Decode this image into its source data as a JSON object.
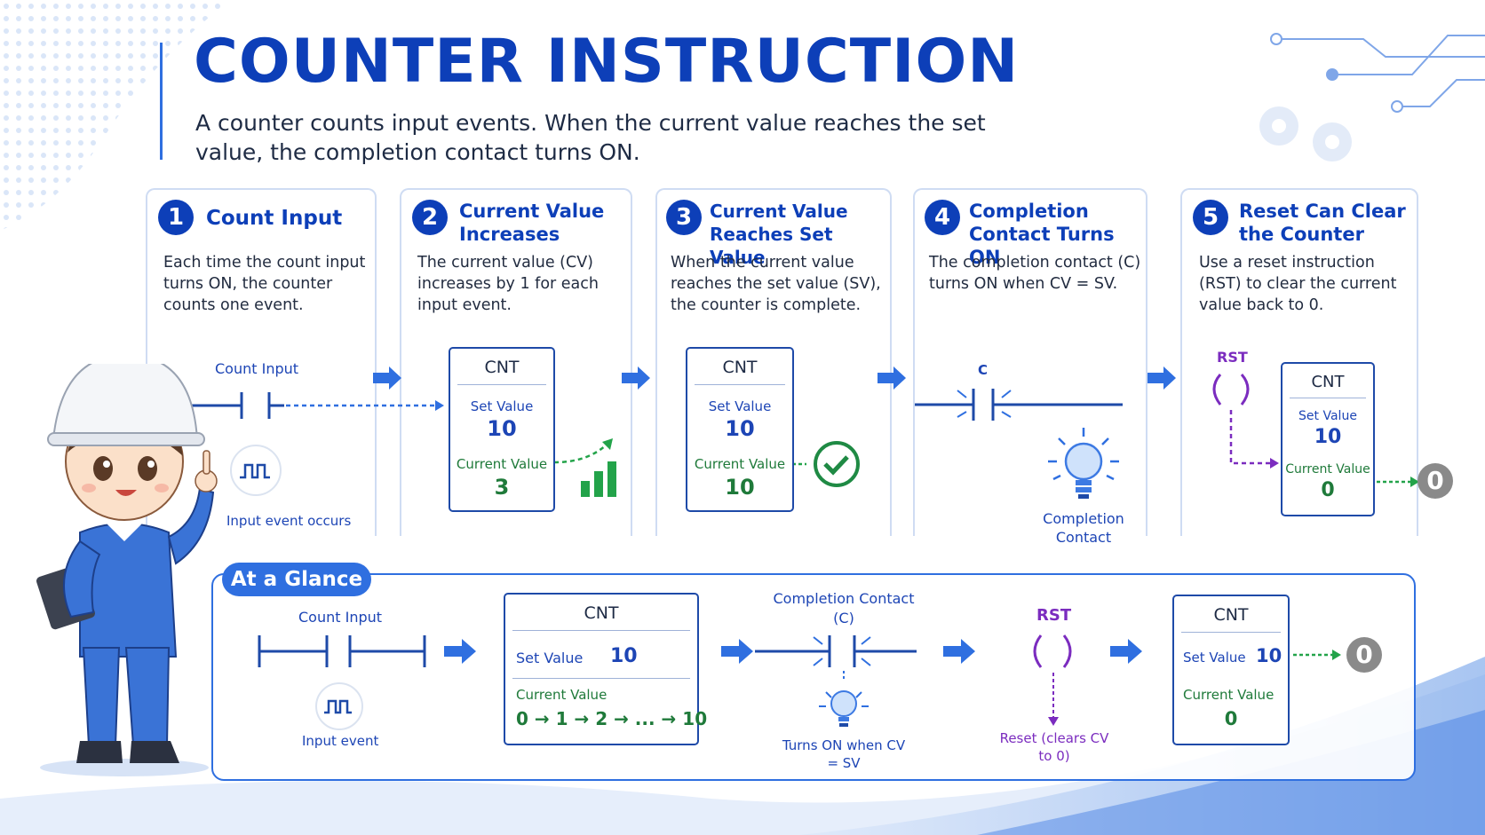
{
  "header": {
    "title": "COUNTER INSTRUCTION",
    "subtitle": "A counter counts input events. When the current value reaches the set value, the completion contact turns ON."
  },
  "steps": [
    {
      "num": "1",
      "title": "Count Input",
      "desc": "Each time the count input turns ON, the counter counts one event."
    },
    {
      "num": "2",
      "title": "Current Value Increases",
      "desc": "The current value (CV) increases by 1 for each input event."
    },
    {
      "num": "3",
      "title": "Current Value Reaches Set Value",
      "desc": "When the current value reaches the set value (SV), the counter is complete."
    },
    {
      "num": "4",
      "title": "Completion Contact Turns ON",
      "desc": "The completion contact (C) turns ON when CV = SV."
    },
    {
      "num": "5",
      "title": "Reset Can Clear the Counter",
      "desc": "Use a reset instruction (RST) to clear the current value back to 0."
    }
  ],
  "step1": {
    "contact_label": "Count Input",
    "event_label": "Input event occurs"
  },
  "counter_common": {
    "name": "CNT",
    "set_label": "Set Value",
    "current_label": "Current Value",
    "set_value": "10"
  },
  "step2": {
    "current_value": "3"
  },
  "step3": {
    "current_value": "10"
  },
  "step4": {
    "contact_label": "C",
    "lamp_label": "Completion Contact"
  },
  "step5": {
    "rst_label": "RST",
    "current_value": "0",
    "result": "0"
  },
  "glance": {
    "badge": "At a Glance",
    "input_label": "Count Input",
    "event_label": "Input event",
    "cnt_name": "CNT",
    "set_label": "Set Value",
    "set_value": "10",
    "current_label": "Current Value",
    "sequence": "0 → 1 → 2 → ... → 10",
    "completion_label": "Completion Contact (C)",
    "turns_on": "Turns ON when CV = SV",
    "rst_label": "RST",
    "reset_label": "Reset (clears CV to 0)",
    "cnt2_name": "CNT",
    "set2_label": "Set Value",
    "set2_value": "10",
    "current2_label": "Current Value",
    "current2_value": "0",
    "result": "0"
  },
  "colors": {
    "primary": "#0d3fb8",
    "accent": "#2f6fe0",
    "green": "#1f7a3a",
    "purple": "#7b2cbf",
    "gray": "#8a8a8a"
  }
}
